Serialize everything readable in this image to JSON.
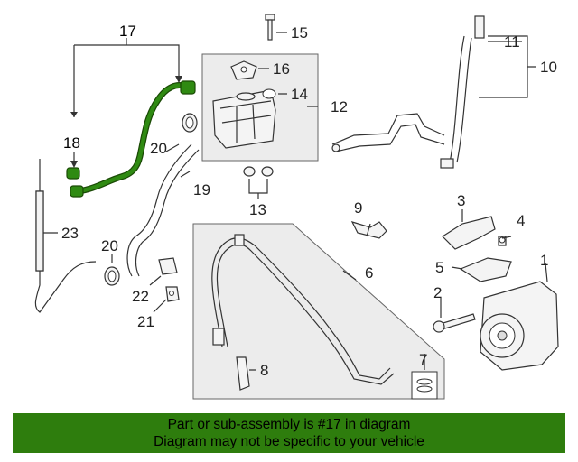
{
  "callouts": {
    "c1": "1",
    "c2": "2",
    "c3": "3",
    "c4": "4",
    "c5": "5",
    "c6": "6",
    "c7": "7",
    "c8": "8",
    "c9": "9",
    "c10": "10",
    "c11": "11",
    "c12": "12",
    "c13": "13",
    "c14": "14",
    "c15": "15",
    "c16": "16",
    "c17": "17",
    "c18": "18",
    "c19": "19",
    "c20a": "20",
    "c20b": "20",
    "c21": "21",
    "c22": "22",
    "c23": "23"
  },
  "banner": {
    "line1": "Part or sub-assembly is #17 in diagram",
    "line2": "Diagram may not be specific to your vehicle"
  },
  "colors": {
    "highlight_part": "#2f8a12",
    "banner_bg": "#2e7d0d",
    "panel_bg": "#ececec"
  }
}
